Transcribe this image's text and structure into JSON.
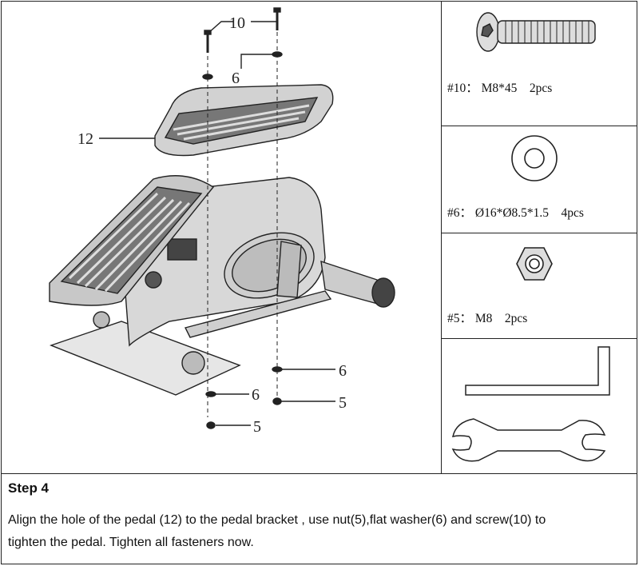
{
  "callouts": {
    "screw": "10",
    "washer_top": "6",
    "pedal": "12",
    "washer_lower_right": "6",
    "washer_lower_left": "6",
    "nut_right": "5",
    "nut_left": "5"
  },
  "parts": [
    {
      "label": "#10： M8*45    2pcs",
      "icon": "screw-icon"
    },
    {
      "label": "#6： Ø16*Ø8.5*1.5    4pcs",
      "icon": "flat-washer-icon"
    },
    {
      "label": "#5： M8    2pcs",
      "icon": "hex-nut-icon"
    },
    {
      "label": "",
      "icon": "allen-key-and-wrench-icon"
    }
  ],
  "step": {
    "title": "Step 4",
    "text_line1": "Align the hole of the pedal (12) to the pedal bracket , use nut(5),flat washer(6) and screw(10) to",
    "text_line2": "tighten the pedal. Tighten all fasteners now."
  }
}
